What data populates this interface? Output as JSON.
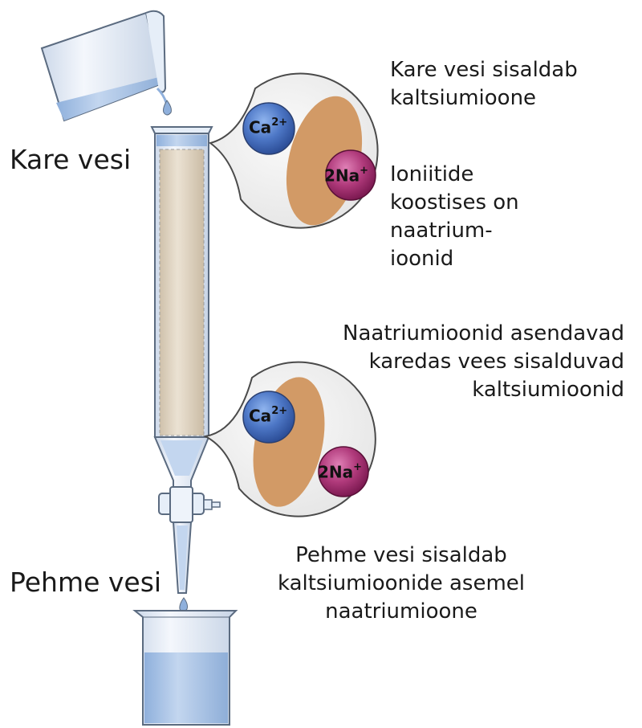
{
  "labels": {
    "hard_water": "Kare vesi",
    "soft_water": "Pehme vesi",
    "hard_water_desc": [
      "Kare vesi sisaldab",
      "kaltsiumioone"
    ],
    "resin_desc": [
      "Ioniitide",
      "koostises on",
      "naatrium-",
      "ioonid"
    ],
    "exchange_desc": [
      "Naatriumioonid asendavad",
      "karedas vees sisalduvad",
      "kaltsiumioonid"
    ],
    "soft_water_desc": [
      "Pehme vesi sisaldab",
      "kaltsiumioonide asemel",
      "naatriumioone"
    ]
  },
  "ions": {
    "calcium": {
      "symbol": "Ca",
      "charge": "2+"
    },
    "sodium": {
      "symbol": "2Na",
      "charge": "+"
    }
  },
  "colors": {
    "water": "#a9c5e8",
    "glass": "#e6eef8",
    "glass_stroke": "#5b6b80",
    "resin": "#e2d6c3",
    "resin_particle": "#d29a66",
    "calcium_ion": "#3f68b8",
    "sodium_ion": "#a0286a",
    "bubble_fill": "#f1f1f1",
    "bubble_stroke": "#4a4a4a"
  }
}
